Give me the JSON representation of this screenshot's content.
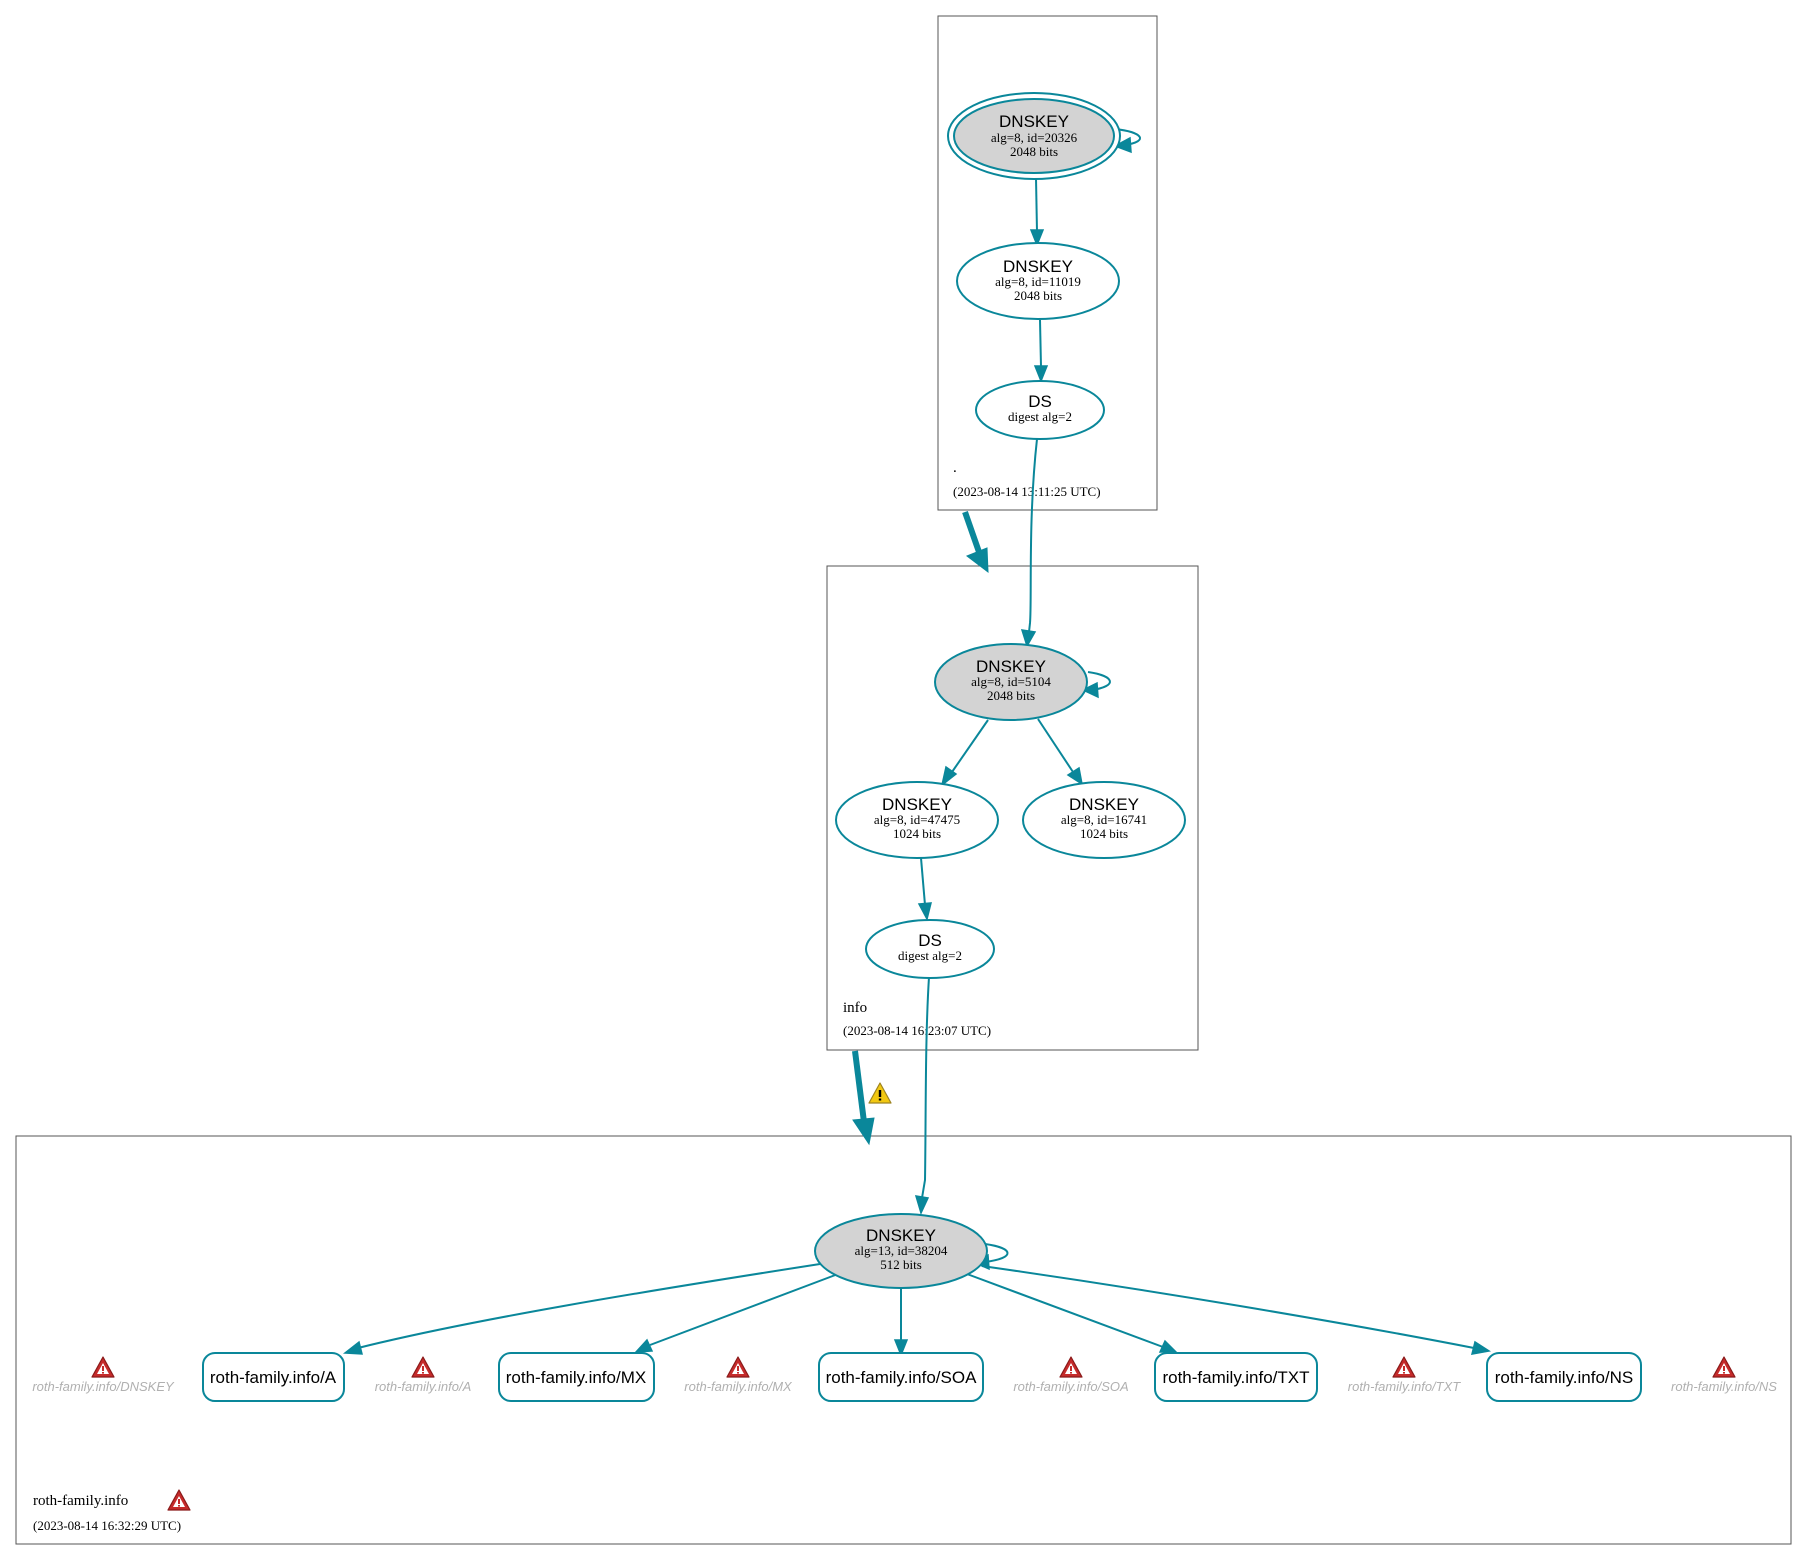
{
  "colors": {
    "edge": "#0a879a",
    "ksk_fill": "#d3d3d3",
    "node_fill": "#ffffff",
    "zone_border": "#555555",
    "warning": "#f2c811",
    "error": "#c52b2b",
    "error_text": "#b0b0b0"
  },
  "zones": {
    "root": {
      "name": ".",
      "time": "(2023-08-14 13:11:25 UTC)",
      "ksk": {
        "title": "DNSKEY",
        "line1": "alg=8, id=20326",
        "line2": "2048 bits"
      },
      "zsk": {
        "title": "DNSKEY",
        "line1": "alg=8, id=11019",
        "line2": "2048 bits"
      },
      "ds": {
        "title": "DS",
        "line1": "digest alg=2"
      }
    },
    "info": {
      "name": "info",
      "time": "(2023-08-14 16:23:07 UTC)",
      "ksk": {
        "title": "DNSKEY",
        "line1": "alg=8, id=5104",
        "line2": "2048 bits"
      },
      "zsk1": {
        "title": "DNSKEY",
        "line1": "alg=8, id=47475",
        "line2": "1024 bits"
      },
      "zsk2": {
        "title": "DNSKEY",
        "line1": "alg=8, id=16741",
        "line2": "1024 bits"
      },
      "ds": {
        "title": "DS",
        "line1": "digest alg=2"
      }
    },
    "roth": {
      "name": "roth-family.info",
      "time": "(2023-08-14 16:32:29 UTC)",
      "ksk": {
        "title": "DNSKEY",
        "line1": "alg=13, id=38204",
        "line2": "512 bits"
      },
      "rrsets": [
        "roth-family.info/A",
        "roth-family.info/MX",
        "roth-family.info/SOA",
        "roth-family.info/TXT",
        "roth-family.info/NS"
      ],
      "errors": [
        "roth-family.info/DNSKEY",
        "roth-family.info/A",
        "roth-family.info/MX",
        "roth-family.info/SOA",
        "roth-family.info/TXT",
        "roth-family.info/NS"
      ]
    }
  }
}
